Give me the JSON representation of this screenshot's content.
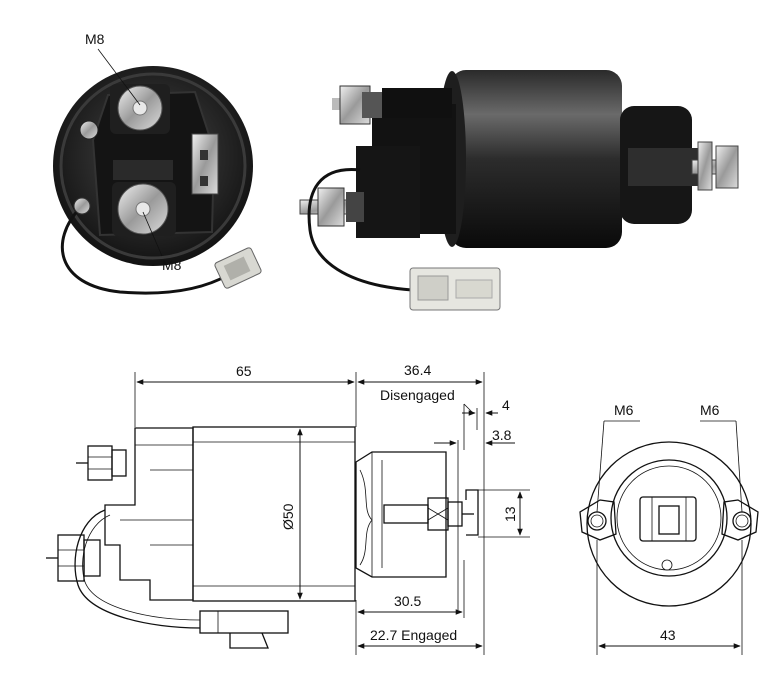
{
  "photos": {
    "end_view": {
      "terminal_top_label": "M8",
      "terminal_bottom_label": "M8"
    },
    "side_view": {}
  },
  "side_drawing": {
    "length_label": "65",
    "stroke_label": "36.4",
    "disengaged_label": "Disengaged",
    "dim_4_label": "4",
    "dim_3_8_label": "3.8",
    "dim_13_label": "13",
    "diameter_label": "Ø50",
    "dim_30_5_label": "30.5",
    "engaged_label": "22.7 Engaged"
  },
  "front_drawing": {
    "left_hole_label": "M6",
    "right_hole_label": "M6",
    "width_label": "43"
  },
  "colors": {
    "line": "#111111",
    "photo_dark": "#1a1a1a",
    "photo_metal": "#b8b8b8",
    "connector": "#e6e6e0"
  }
}
